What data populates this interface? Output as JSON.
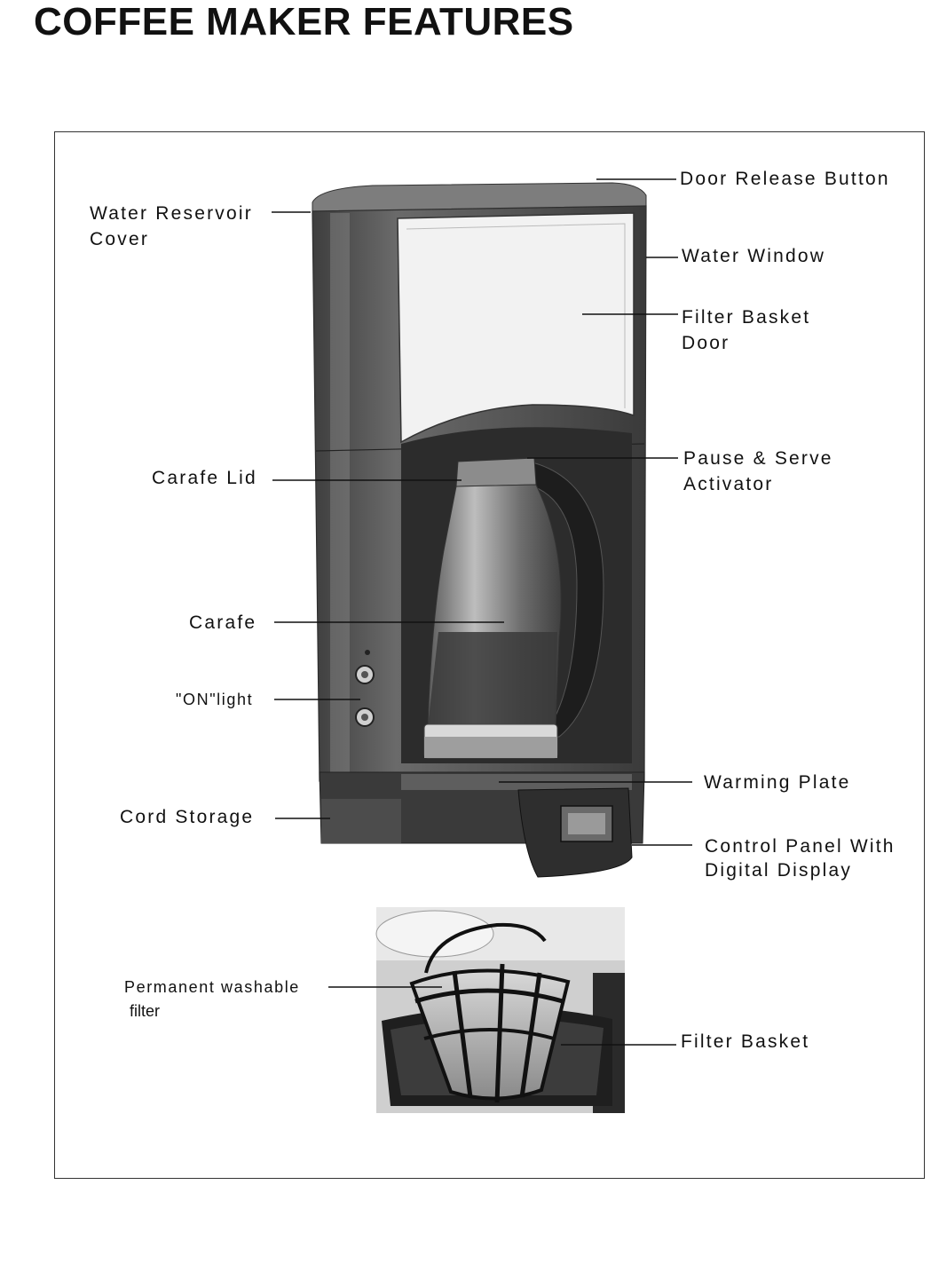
{
  "page": {
    "title": "COFFEE MAKER FEATURES"
  },
  "labels": {
    "water_reservoir_cover_1": "Water Reservoir",
    "water_reservoir_cover_2": "Cover",
    "door_release_button": "Door Release Button",
    "water_window": "Water Window",
    "filter_basket_door_1": "Filter Basket",
    "filter_basket_door_2": "Door",
    "pause_serve_1": "Pause & Serve",
    "pause_serve_2": "Activator",
    "carafe_lid": "Carafe Lid",
    "carafe": "Carafe",
    "on_light": "\"ON\"light",
    "warming_plate": "Warming Plate",
    "cord_storage": "Cord Storage",
    "control_panel_1": "Control Panel With",
    "control_panel_2": "Digital Display",
    "permanent_filter_1": "Permanent washable",
    "permanent_filter_2": "filter",
    "filter_basket": "Filter Basket"
  },
  "colors": {
    "ink": "#111111",
    "body_dark": "#4a4a4a",
    "body_mid": "#7a7a7a",
    "panel_light": "#eaeaea"
  },
  "icons": {
    "coffee_maker": "coffee-maker-illustration",
    "filter_basket": "filter-basket-illustration"
  }
}
